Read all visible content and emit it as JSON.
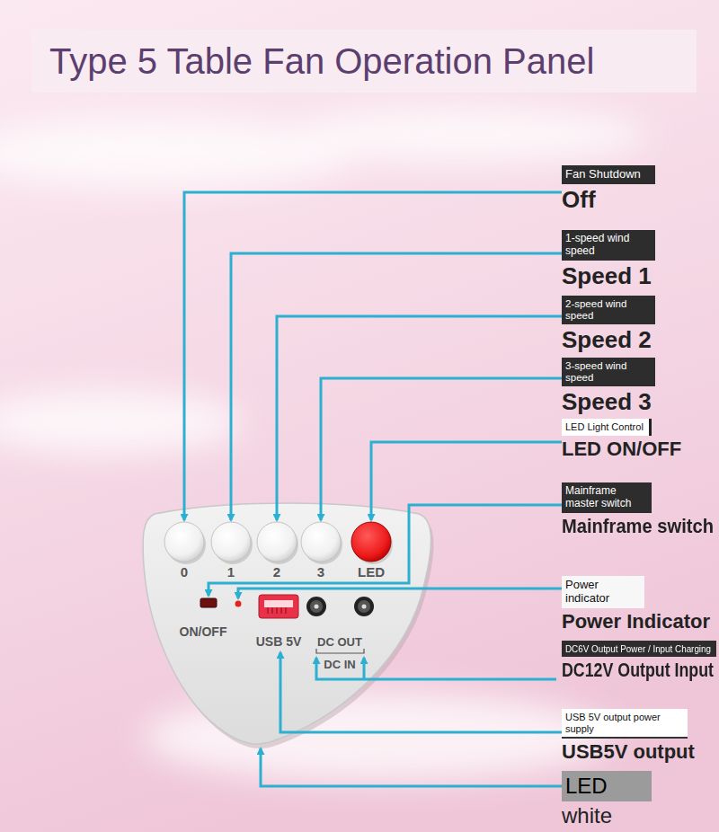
{
  "diagram": {
    "title": "Type 5 Table Fan Operation Panel",
    "nodes": [
      {
        "text": [
          "Fan Shutdown",
          "Off"
        ]
      },
      {
        "text": [
          "1-speed wind speed",
          "Speed 1"
        ]
      },
      {
        "text": [
          "2-speed wind speed",
          "Speed 2"
        ]
      },
      {
        "text": [
          "3-speed wind speed",
          "Speed 3"
        ]
      },
      {
        "text": [
          "LED Light Control",
          "LED ON/OFF"
        ]
      },
      {
        "text": [
          "Mainframe master switch",
          "Mainframe switch"
        ]
      },
      {
        "text": [
          "Power indicator",
          "Power Indicator"
        ]
      },
      {
        "text": [
          "DC6V Output Power / Input Charging",
          "DC12V Output Input"
        ]
      },
      {
        "text": [
          "USB 5V output power supply",
          "USB5V output"
        ]
      },
      {
        "text": [
          "LED",
          "white"
        ]
      }
    ],
    "labels": [
      "0",
      "1",
      "2",
      "3",
      "LED",
      "ON/OFF",
      "USB 5V",
      "DC OUT",
      "DC IN"
    ]
  }
}
